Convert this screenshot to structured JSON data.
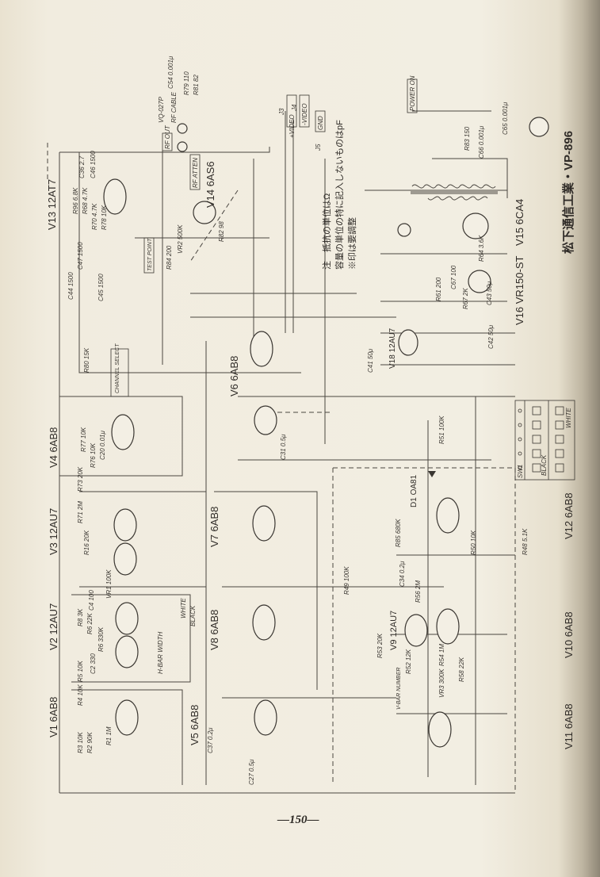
{
  "title": "松下通信工業・VP-896",
  "page_number": "—150—",
  "notes": [
    "注　抵抗の単位はΩ",
    "容量の単位の特に記入しないものはpF",
    "※印は要調整"
  ],
  "terminals": {
    "j3": "J3",
    "j4": "J4",
    "j5": "J5",
    "plus_video": "+VIDEO",
    "minus_video": "-VIDEO",
    "gnd": "GND",
    "rf_out": "RF OUT",
    "rf_atten": "RF ATTEN",
    "rf_cable": "RF CABLE",
    "vq_cable": "VQ-027P",
    "power_on": "POWER ON",
    "channel_select": "CHANNEL SELECT",
    "test_point": "TEST POINT",
    "white": "WHITE",
    "black": "BLACK",
    "hbar_width": "H-BAR WIDTH",
    "vbar_number": "V-BAR NUMBER"
  },
  "tubes": [
    {
      "ref": "V13",
      "type": "12AT7"
    },
    {
      "ref": "V4",
      "type": "6AB8"
    },
    {
      "ref": "V3",
      "type": "12AU7"
    },
    {
      "ref": "V2",
      "type": "12AU7"
    },
    {
      "ref": "V1",
      "type": "6AB8"
    },
    {
      "ref": "V14",
      "type": "6AS6"
    },
    {
      "ref": "V6",
      "type": "6AB8"
    },
    {
      "ref": "V7",
      "type": "6AB8"
    },
    {
      "ref": "V8",
      "type": "6AB8"
    },
    {
      "ref": "V5",
      "type": "6AB8"
    },
    {
      "ref": "V18",
      "type": "12AU7"
    },
    {
      "ref": "V9",
      "type": "12AU7"
    },
    {
      "ref": "V12",
      "type": "6AB8"
    },
    {
      "ref": "V10",
      "type": "6AB8"
    },
    {
      "ref": "V11",
      "type": "6AB8"
    },
    {
      "ref": "V16",
      "type": "VR150-ST"
    },
    {
      "ref": "V15",
      "type": "6CA4"
    },
    {
      "ref": "D1",
      "type": "OA81"
    }
  ],
  "components": [
    "R68 4.7K",
    "R70 4.7K",
    "R80 15K",
    "C44 1500",
    "C47 1500",
    "C45 1500",
    "C46 1500",
    "C36 2.7",
    "R77 10K",
    "R76 10K",
    "R73 20K",
    "C20 0.01μ",
    "R71 2M",
    "R16 20K",
    "R8 3K",
    "R6 22K",
    "R5 10K",
    "R4 10K",
    "R3 10K",
    "R2 90K",
    "R1 1M",
    "C2 330",
    "R6 330K",
    "C4 100",
    "VR1 100K",
    "VR2 500K",
    "R84 200",
    "R82 98",
    "C54 0.001μ",
    "R79 110",
    "R81 82",
    "R83 150",
    "C66 0.001μ",
    "C65 0.001μ",
    "C67 100",
    "R67 2K",
    "R61 200",
    "R64 3.6K",
    "C43 50μ",
    "C42 50μ",
    "C41 50μ",
    "R51 100K",
    "R85 680K",
    "C34 0.2μ",
    "R56 2M",
    "R53 20K",
    "R52 12K",
    "VR3 300K",
    "R54 1M",
    "R58 22K",
    "R50 10K",
    "R48 5.1K",
    "R49 100K",
    "C31 0.5μ",
    "C37 0.2μ",
    "C27 0.5μ",
    "R96 6.8K",
    "R78 10K"
  ],
  "switch_table": {
    "headers": [
      "SW1",
      "BLACK",
      "WHITE"
    ],
    "rows": 5
  },
  "colors": {
    "paper": "#f1ecdf",
    "ink": "#3a3631"
  }
}
